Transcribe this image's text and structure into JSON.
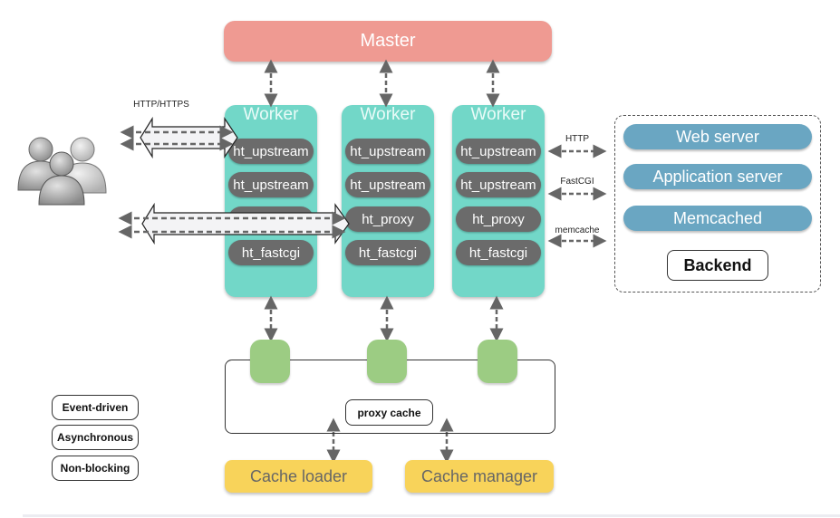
{
  "master": {
    "label": "Master"
  },
  "workers": [
    {
      "title": "Worker",
      "modules": [
        "ht_upstream",
        "ht_upstream",
        "ht_proxy",
        "ht_fastcgi"
      ]
    },
    {
      "title": "Worker",
      "modules": [
        "ht_upstream",
        "ht_upstream",
        "ht_proxy",
        "ht_fastcgi"
      ]
    },
    {
      "title": "Worker",
      "modules": [
        "ht_upstream",
        "ht_upstream",
        "ht_proxy",
        "ht_fastcgi"
      ]
    }
  ],
  "client": {
    "icon": "users-icon",
    "protocol_label": "HTTP/HTTPS"
  },
  "protocols": [
    "HTTP",
    "FastCGI",
    "memcache"
  ],
  "backend": {
    "label": "Backend",
    "services": [
      "Web server",
      "Application server",
      "Memcached"
    ]
  },
  "cache": {
    "label": "proxy cache",
    "loader": "Cache loader",
    "manager": "Cache manager"
  },
  "traits": [
    "Event-driven",
    "Asynchronous",
    "Non-blocking"
  ],
  "colors": {
    "master": "#ef9a92",
    "worker": "#72d7c8",
    "module": "#6b6b6b",
    "backend_service": "#6aa6c2",
    "cache_store": "#9ccc83",
    "cache_process": "#f8d35a",
    "arrow": "#666666"
  }
}
